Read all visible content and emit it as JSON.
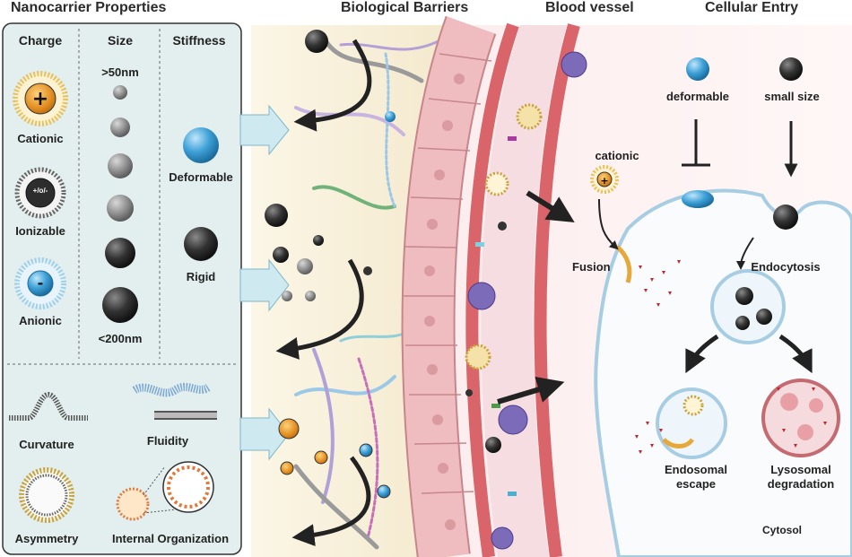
{
  "headers": {
    "properties": "Nanocarrier Properties",
    "barriers": "Biological Barriers",
    "vessel": "Blood vessel",
    "entry": "Cellular Entry"
  },
  "properties_panel": {
    "columns": [
      "Charge",
      "Size",
      "Stiffness"
    ],
    "charge_items": [
      "Cationic",
      "Ionizable",
      "Anionic"
    ],
    "ionizable_symbol": "+/o/-",
    "size_top": ">50nm",
    "size_bottom": "<200nm",
    "stiffness_items": [
      "Deformable",
      "Rigid"
    ],
    "membrane_items": [
      "Curvature",
      "Fluidity",
      "Asymmetry",
      "Internal Organization"
    ]
  },
  "vessel_labels": {
    "cationic": "cationic"
  },
  "cell_labels": {
    "deformable": "deformable",
    "small_size": "small size",
    "fusion": "Fusion",
    "endocytosis": "Endocytosis",
    "endosomal_escape": "Endosomal\nescape",
    "lysosomal_degradation": "Lysosomal\ndegradation",
    "cytosol": "Cytosol"
  },
  "colors": {
    "panel_bg": "#e3eeee",
    "barrier_bg": "#f7f0dc",
    "vessel_wall": "#d9646a",
    "epithelium": "#e9b7bb",
    "arrow": "#222222",
    "cell_membrane": "#a7cde3",
    "deformable_np": "#3fa1d8",
    "cationic_np": "#e89a2a"
  }
}
